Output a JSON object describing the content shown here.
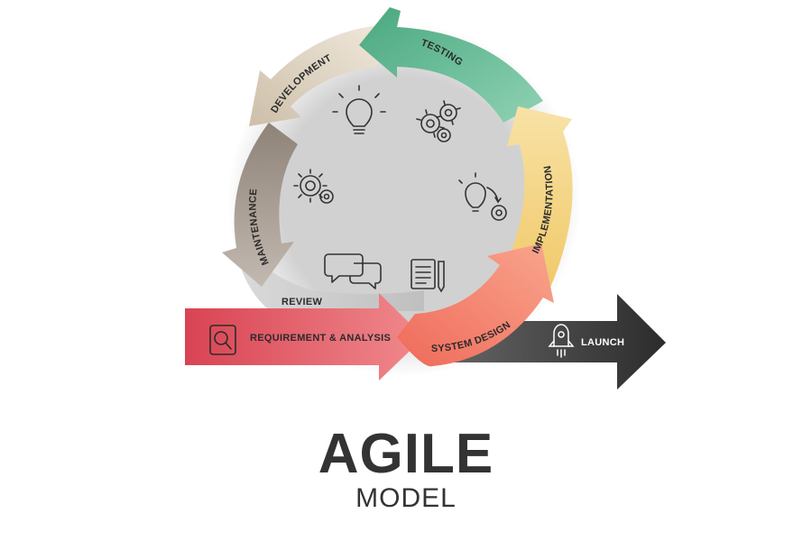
{
  "diagram": {
    "title": "AGILE",
    "subtitle": "MODEL",
    "stages": {
      "testing": "TESTING",
      "development": "DEVELOPMENT",
      "maintenance": "MAINTENANCE",
      "review": "REVIEW",
      "requirement": "REQUIREMENT & ANALYSIS",
      "system_design": "SYSTEM DESIGN",
      "implementation": "IMPLEMENTATION",
      "launch": "LAUNCH"
    },
    "colors": {
      "testing": "#5fb893",
      "development": "#ddd2c1",
      "maintenance": "#a89d92",
      "review": "#cfcfcf",
      "requirement": "#e45a66",
      "system_design": "#f2806a",
      "implementation": "#f1cd74",
      "launch": "#3d3d3d",
      "text": "#333333"
    },
    "icons": [
      "lightbulb-icon",
      "gears-icon",
      "gear-icon",
      "idea-gear-icon",
      "chat-bubbles-icon",
      "document-pencil-icon",
      "search-icon",
      "rocket-icon"
    ]
  }
}
